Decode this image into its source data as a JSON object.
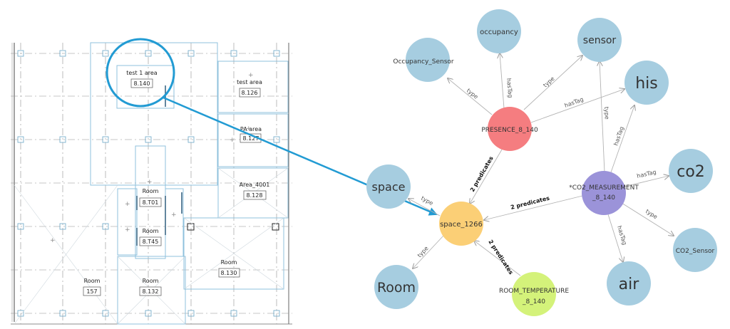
{
  "floorplan": {
    "rooms": [
      {
        "name": "test 1 area",
        "number": "8.140"
      },
      {
        "name": "test area",
        "number": "8.126"
      },
      {
        "name": "PA area",
        "number": "8.127"
      },
      {
        "name": "Area_4001",
        "number": "8.128"
      },
      {
        "name": "Room",
        "number": "8.T01"
      },
      {
        "name": "Room",
        "number": "8.T45"
      },
      {
        "name": "Room",
        "number": "8.130"
      },
      {
        "name": "Room",
        "number": "157"
      },
      {
        "name": "Room",
        "number": "8.132"
      }
    ]
  },
  "graph": {
    "nodes": {
      "occupancy": "occupancy",
      "sensor": "sensor",
      "occupancy_sensor": "Occupancy_Sensor",
      "his": "his",
      "presence": "PRESENCE_8_140",
      "space": "space",
      "co2_measurement_line1": "*CO2_MEASUREMENT",
      "co2_measurement_line2": "_8_140",
      "co2": "co2",
      "space_1266": "space_1266",
      "co2_sensor": "CO2_Sensor",
      "room": "Room",
      "room_temperature_line1": "ROOM_TEMPERATURE",
      "room_temperature_line2": "_8_140",
      "air": "air"
    },
    "edges": {
      "presence_occupancy": "hasTag",
      "presence_occupancy_sensor": "type",
      "presence_sensor": "type",
      "presence_his": "hasTag",
      "co2_sensor_tag": "type",
      "co2_his": "hasTag",
      "co2_co2": "hasTag",
      "co2_type": "type",
      "co2_air": "hasTag",
      "space_space": "type",
      "space_room": "type",
      "presence_space": "2 predicates",
      "co2_space": "2 predicates",
      "temp_space": "2 predicates"
    },
    "colors": {
      "tag": "#a6cde0",
      "presence": "#f57d80",
      "co2_measurement": "#9b93d9",
      "space": "#fbcf76",
      "room_temperature": "#d4f27a",
      "highlight": "#229bd3"
    }
  }
}
